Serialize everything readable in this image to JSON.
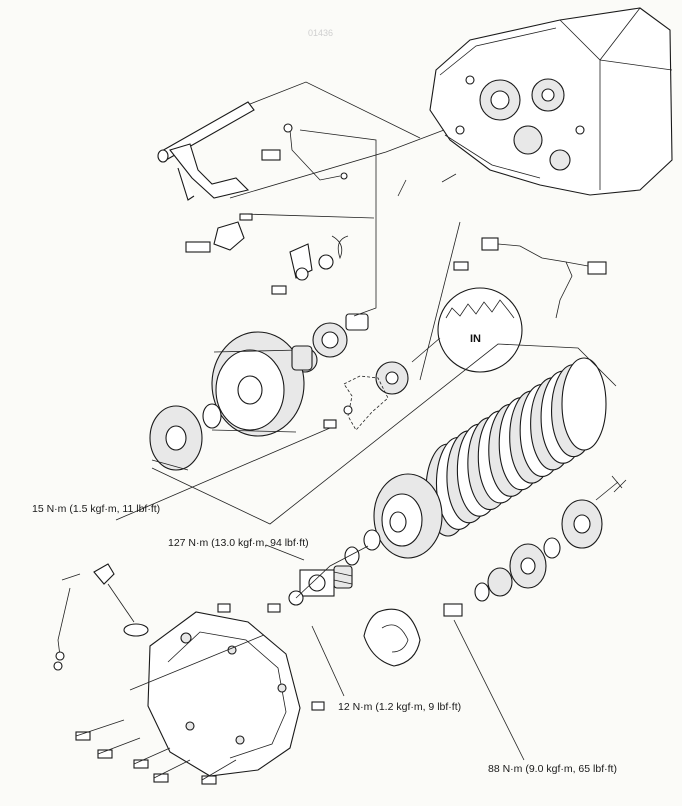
{
  "header": {
    "code": "01436"
  },
  "callout": {
    "mark": "IN"
  },
  "torque_specs": [
    {
      "id": "outer-guide",
      "text": "15 N·m (1.5 kgf·m, 11 lbf·ft)"
    },
    {
      "id": "clutch-center",
      "text": "127 N·m (13.0 kgf·m, 94 lbf·ft)"
    },
    {
      "id": "lifter",
      "text": "12 N·m (1.2 kgf·m, 9 lbf·ft)"
    },
    {
      "id": "primary-drive",
      "text": "88 N·m (9.0 kgf·m, 65 lbf·ft)"
    }
  ]
}
